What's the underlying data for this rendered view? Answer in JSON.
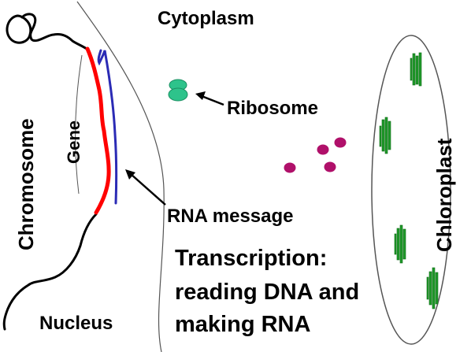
{
  "labels": {
    "cytoplasm": "Cytoplasm",
    "ribosome": "Ribosome",
    "chromosome": "Chromosome",
    "gene": "Gene",
    "rna_message": "RNA message",
    "chloroplast": "Chloroplast",
    "nucleus": "Nucleus",
    "caption_line1": "Transcription:",
    "caption_line2": "reading DNA and",
    "caption_line3": "making RNA"
  },
  "colors": {
    "dna": "#000000",
    "gene_dna": "#ff0000",
    "rna": "#2b2bb5",
    "ribosome": "#2ec38b",
    "purple_particles": "#b0106a",
    "thylakoid": "#1f9a2a",
    "outline": "#555555"
  },
  "icons": [
    "ribosome-icon",
    "chloroplast-icon",
    "dna-strand-icon",
    "rna-strand-icon"
  ]
}
